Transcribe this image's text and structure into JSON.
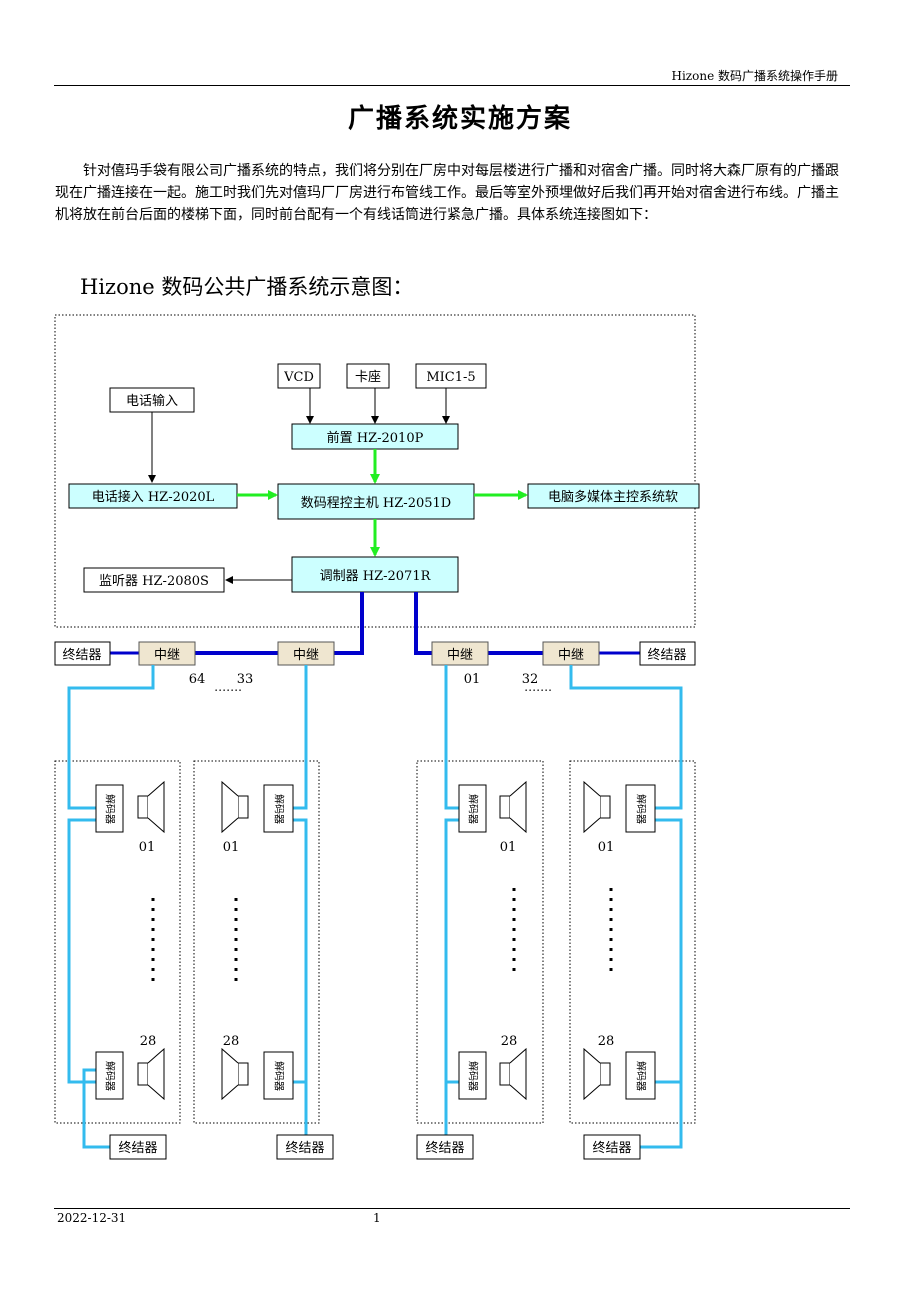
{
  "header": {
    "doc_title": "Hizone 数码广播系统操作手册"
  },
  "title": "广播系统实施方案",
  "intro": "针对僖玛手袋有限公司广播系统的特点，我们将分别在厂房中对每层楼进行广播和对宿舍广播。同时将大森厂原有的广播跟现在广播连接在一起。施工时我们先对僖玛厂厂房进行布管线工作。最后等室外预埋做好后我们再开始对宿舍进行布线。广播主机将放在前台后面的楼梯下面，同时前台配有一个有线话筒进行紧急广播。具体系统连接图如下：",
  "diagram": {
    "title": "Hizone 数码公共广播系统示意图：",
    "inputs": {
      "vcd": "VCD",
      "cassette": "卡座",
      "mic": "MIC1-5",
      "phone_in": "电话输入"
    },
    "preamp": "前置  HZ-2010P",
    "host": "数码程控主机  HZ-2051D",
    "phone_interface": "电话接入  HZ-2020L",
    "pc_software": "电脑多媒体主控系统软",
    "modulator": "调制器  HZ-2071R",
    "monitor": "监听器  HZ-2080S",
    "repeater": "中继",
    "terminator": "终结器",
    "decoder": "解码器",
    "range_left": {
      "from": "64",
      "to": "33",
      "dots": "……."
    },
    "range_right": {
      "from": "01",
      "to": "32",
      "dots": "……."
    },
    "zone_first": "01",
    "zone_last": "28"
  },
  "footer": {
    "date": "2022-12-31",
    "page": "1"
  },
  "colors": {
    "box_cyan": "#ccffff",
    "green_arrow": "#22ee22",
    "bus_blue": "#0000cc",
    "cable_cyan": "#33bbee",
    "repeater_fill": "#efe6d0"
  }
}
